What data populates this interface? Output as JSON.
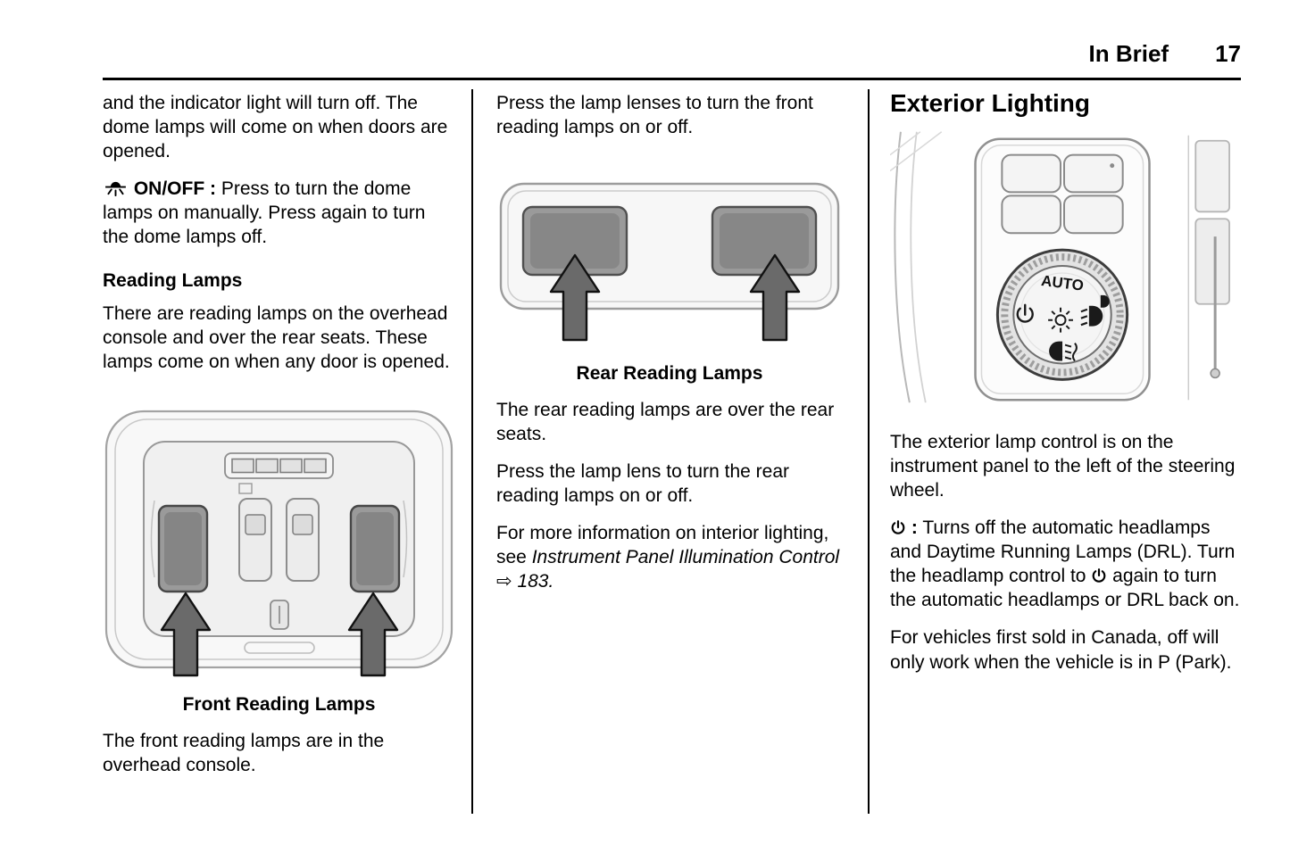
{
  "header": {
    "title": "In Brief",
    "page_number": "17"
  },
  "icons": {
    "dome_lamp": "dome-lamp-icon",
    "power": "power-icon",
    "cross_reference_arrow": "⇨"
  },
  "left_column": {
    "para_indicator": "and the indicator light will turn off. The dome lamps will come on when doors are opened.",
    "onoff": {
      "label": "ON/OFF :",
      "text": "Press to turn the dome lamps on manually. Press again to turn the dome lamps off."
    },
    "reading_lamps_heading": "Reading Lamps",
    "para_reading": "There are reading lamps on the overhead console and over the rear seats. These lamps come on when any door is opened.",
    "figure_caption": "Front Reading Lamps",
    "para_front": "The front reading lamps are in the overhead console."
  },
  "middle_column": {
    "para_press_front": "Press the lamp lenses to turn the front reading lamps on or off.",
    "figure_caption": "Rear Reading Lamps",
    "para_rear_location": "The rear reading lamps are over the rear seats.",
    "para_press_rear": "Press the lamp lens to turn the rear reading lamps on or off.",
    "more_info": {
      "prefix": "For more information on interior lighting, see",
      "reference": "Instrument Panel Illumination Control",
      "arrow": "⇨",
      "page": "183."
    }
  },
  "right_column": {
    "heading": "Exterior Lighting",
    "knob": {
      "auto_label": "AUTO"
    },
    "para_location": "The exterior lamp control is on the instrument panel to the left of the steering wheel.",
    "power": {
      "label": ":",
      "text_a": "Turns off the automatic headlamps and Daytime Running Lamps (DRL). Turn the headlamp control to",
      "text_b": "again to turn the automatic headlamps or DRL back on."
    },
    "para_canada": "For vehicles first sold in Canada, off will only work when the vehicle is in P (Park)."
  }
}
